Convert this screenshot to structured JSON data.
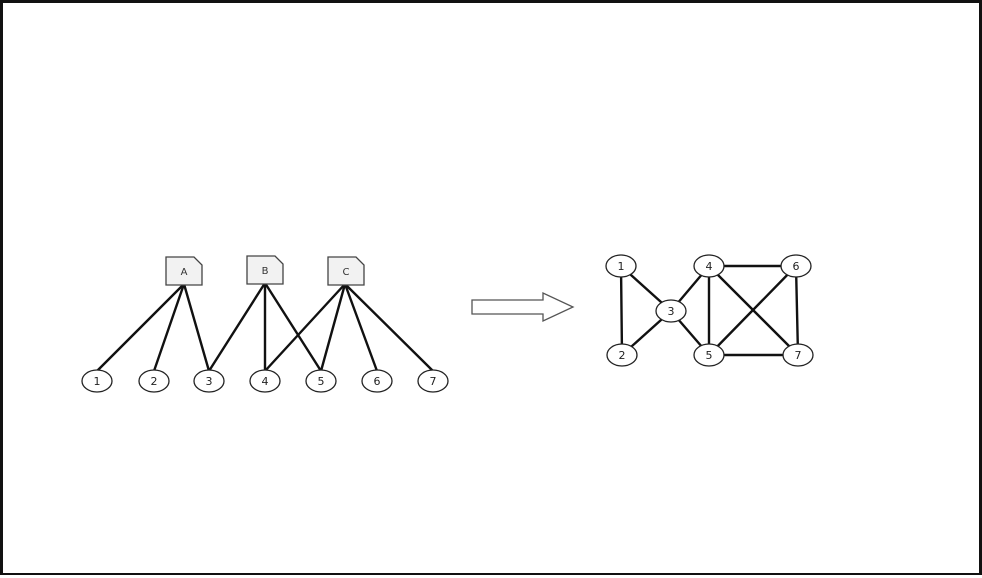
{
  "bipartite_graph": {
    "documents": [
      "A",
      "B",
      "C"
    ],
    "items": [
      "1",
      "2",
      "3",
      "4",
      "5",
      "6",
      "7"
    ],
    "edges": [
      [
        "A",
        "1"
      ],
      [
        "A",
        "2"
      ],
      [
        "A",
        "3"
      ],
      [
        "B",
        "3"
      ],
      [
        "B",
        "4"
      ],
      [
        "B",
        "5"
      ],
      [
        "C",
        "4"
      ],
      [
        "C",
        "5"
      ],
      [
        "C",
        "6"
      ],
      [
        "C",
        "7"
      ]
    ]
  },
  "arrow": {
    "icon": "right-arrow-icon"
  },
  "projected_graph": {
    "nodes": [
      "1",
      "2",
      "3",
      "4",
      "5",
      "6",
      "7"
    ],
    "edges": [
      [
        "1",
        "2"
      ],
      [
        "1",
        "3"
      ],
      [
        "2",
        "3"
      ],
      [
        "3",
        "4"
      ],
      [
        "3",
        "5"
      ],
      [
        "4",
        "5"
      ],
      [
        "4",
        "6"
      ],
      [
        "4",
        "7"
      ],
      [
        "5",
        "6"
      ],
      [
        "5",
        "7"
      ],
      [
        "6",
        "7"
      ]
    ]
  },
  "colors": {
    "stroke": "#111111",
    "document_fill": "#f2f2f2",
    "background": "#ffffff"
  }
}
